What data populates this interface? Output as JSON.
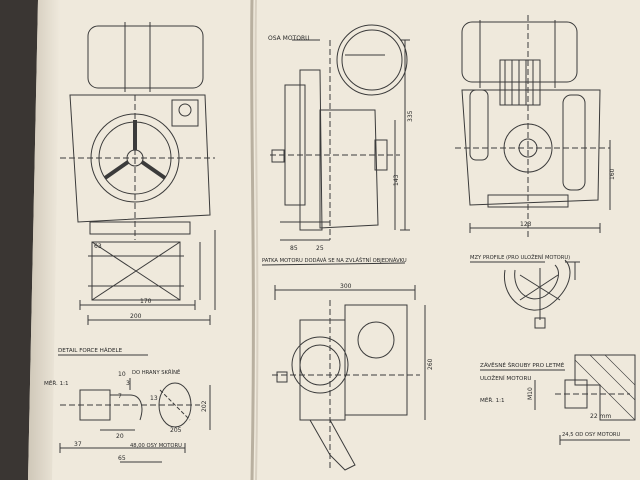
{
  "labels": {
    "osa_motoru": "OSA MOTORU",
    "dim_335": "335",
    "dim_143": "143",
    "dim_85": "85",
    "dim_25": "25",
    "dim_123": "123",
    "dim_160": "160",
    "dim_63": "63",
    "dim_200": "200",
    "dim_170": "170",
    "dim_300": "300",
    "dim_260": "260",
    "patka_title": "PATKA MOTORU DODÁVÁ SE NA ZVLÁŠTNÍ OBJEDNÁVKU",
    "mzy_title": "MZY PROFILE (PRO ULOŽENÍ MOTORU)",
    "detail_title": "DETAIL FORCE HÁDELE",
    "dohravy": "DO HRANY SKŘÍNĚ",
    "mer_11_left": "MĚŘ. 1:1",
    "mer_11_right": "MĚŘ. 1:1",
    "zavesne": "ZÁVĚSNÉ ŠROUBY PRO LETMÉ",
    "ulozeni": "ULOŽENÍ MOTORU",
    "dim_10": "10",
    "dim_3": "3",
    "dim_13": "13",
    "dim_7": "7",
    "dim_20": "20",
    "dim_37": "37",
    "dim_65": "65",
    "dim_202": "202",
    "dim_205": "205",
    "osa_motoru_b": "48,00 OSY MOTORU",
    "m10": "M10",
    "d22": "22 mm",
    "d245": "24,5 OD OSY MOTORU"
  },
  "colors": {
    "paper": "#efe9dc",
    "ink": "#3b3b3b",
    "binding": "#b9b0a0",
    "background": "#3a3633"
  }
}
